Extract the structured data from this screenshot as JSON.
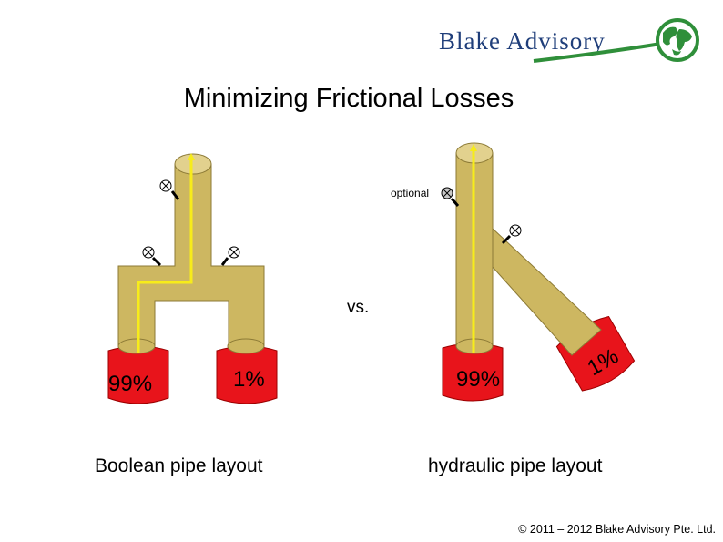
{
  "logo": {
    "brand": "Blake Advisory"
  },
  "slide": {
    "title": "Minimizing Frictional Losses"
  },
  "labels": {
    "optional": "optional",
    "vs": "vs.",
    "left_caption": "Boolean pipe layout",
    "right_caption": "hydraulic pipe layout"
  },
  "percentages": {
    "left_tank_a": "99%",
    "left_tank_b": "1%",
    "right_tank_a": "99%",
    "right_tank_b": "1%"
  },
  "footer": {
    "copyright": "© 2011 – 2012 Blake Advisory Pte. Ltd."
  },
  "colors": {
    "pipe": "#cdb761",
    "tank": "#e8141b",
    "flow_arrow": "#f7ec1a",
    "brand_blue": "#1f3e7a",
    "brand_green": "#2f8f3a"
  }
}
